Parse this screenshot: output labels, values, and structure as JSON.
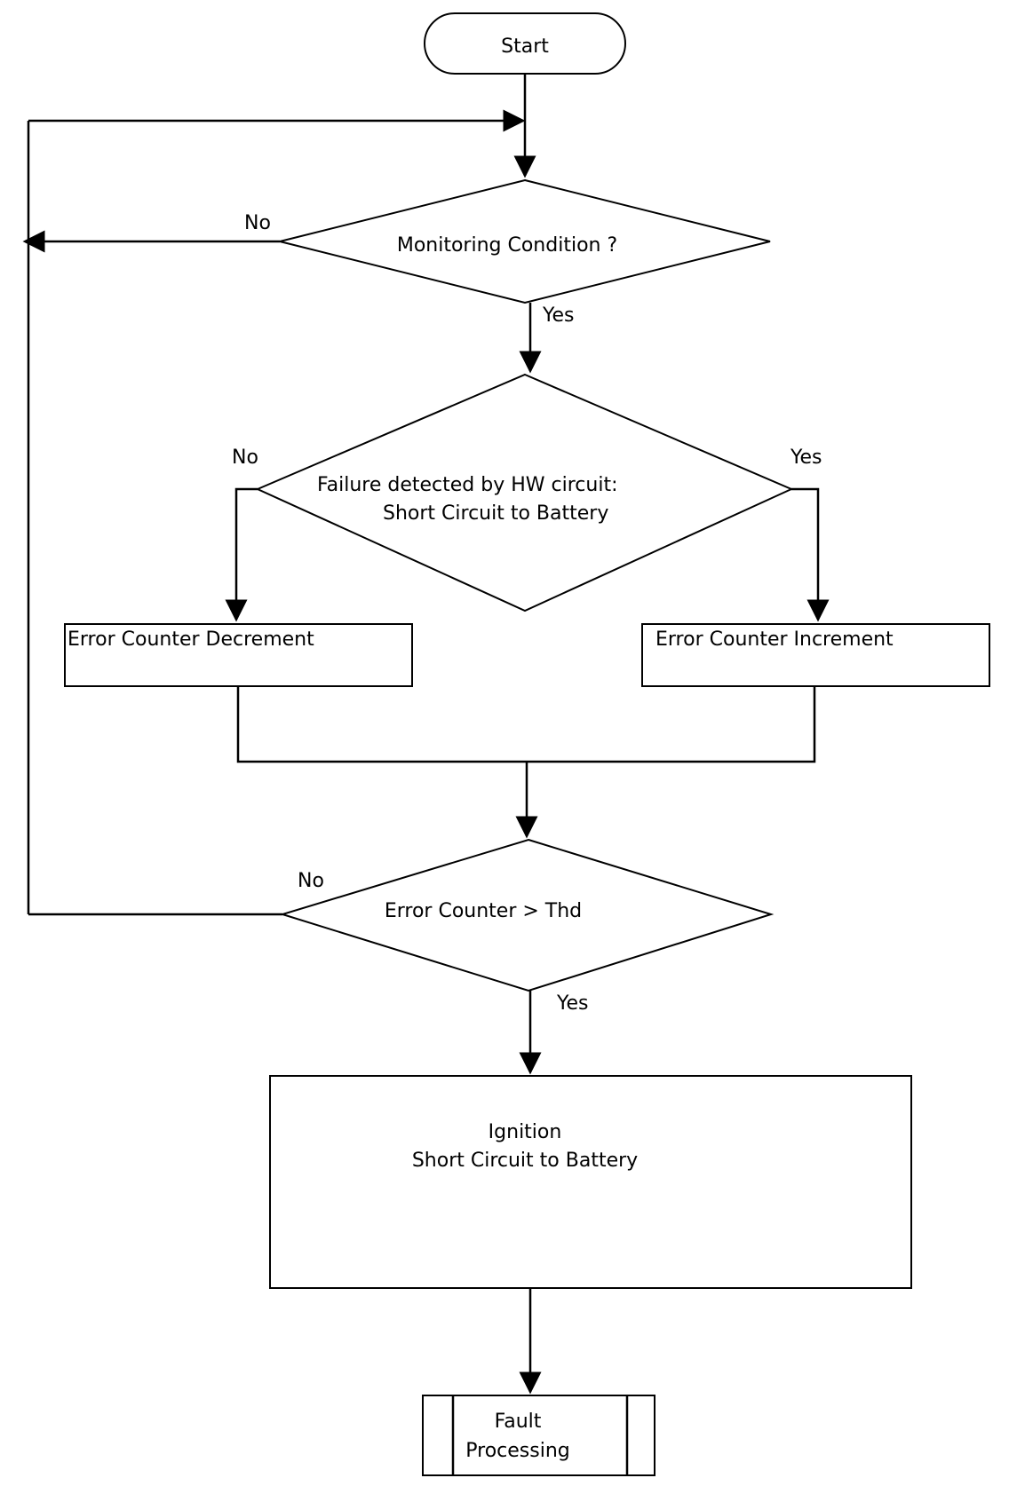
{
  "diagram": {
    "start": "Start",
    "monitoring": {
      "label": "Monitoring Condition ?",
      "no": "No",
      "yes": "Yes"
    },
    "failure": {
      "line1": "Failure detected by HW circuit:",
      "line2": "Short Circuit to Battery",
      "no": "No",
      "yes": "Yes"
    },
    "decrement": "Error Counter Decrement",
    "increment": "Error Counter Increment",
    "threshold": {
      "label": "Error Counter >  Thd",
      "no": "No",
      "yes": "Yes"
    },
    "ignition": {
      "line1": "Ignition",
      "line2": "Short Circuit to Battery"
    },
    "fault": {
      "line1": "Fault",
      "line2": "Processing"
    }
  }
}
